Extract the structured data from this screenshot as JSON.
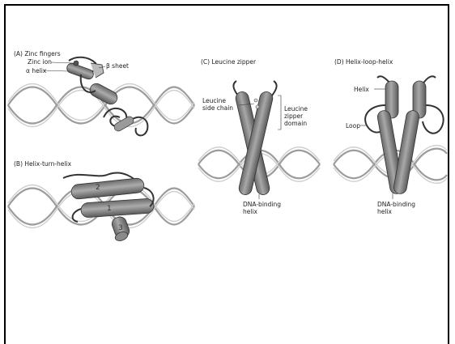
{
  "panels": {
    "a": {
      "title": "(A) Zinc fingers",
      "labels": {
        "zinc_ion": "Zinc ion",
        "alpha_helix": "α helix",
        "beta_sheet": "β sheet"
      }
    },
    "b": {
      "title": "(B) Helix-turn-helix",
      "helix_numbers": [
        "2",
        "1",
        "3"
      ]
    },
    "c": {
      "title": "(C) Leucine zipper",
      "labels": {
        "side_chain": "Leucine\nside chain",
        "zipper_domain": "Leucine\nzipper\ndomain",
        "dna_binding": "DNA-binding\nhelix"
      }
    },
    "d": {
      "title": "(D) Helix-loop-helix",
      "labels": {
        "helix": "Helix",
        "loop": "Loop",
        "dna_binding": "DNA-binding\nhelix"
      }
    }
  },
  "colors": {
    "helix_fill": "#8c8c8c",
    "helix_dark": "#5e5e5e",
    "dna_strand": "#bdbdbd",
    "frame": "#000000"
  }
}
